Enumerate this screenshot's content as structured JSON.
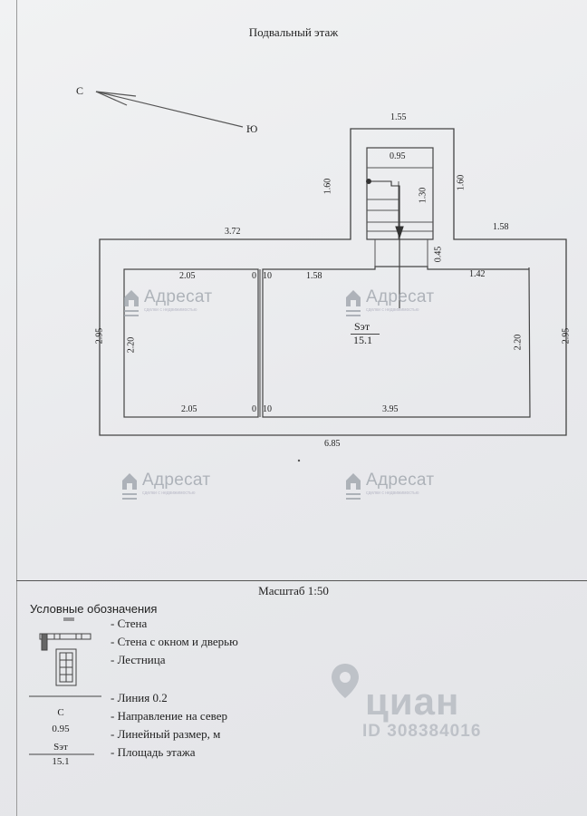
{
  "plan": {
    "title": "Подвальный этаж",
    "compass": {
      "north": "С",
      "south": "Ю"
    },
    "dimensions": {
      "stair_top": "1.55",
      "stair_inner_top": "0.95",
      "stair_left": "1.60",
      "stair_right": "1.60",
      "stair_inner": "1.30",
      "stair_gap": "0.45",
      "outer_top_left": "3.72",
      "outer_top_right": "1.58",
      "room1_top": "2.05",
      "room1_bottom": "2.05",
      "room1_height": "2.20",
      "partition_top_a": "0",
      "partition_top_b": "10",
      "partition_bottom_a": "0",
      "partition_bottom_b": "10",
      "room2_top_left": "1.58",
      "room2_top_right": "1.42",
      "room2_bottom": "3.95",
      "room2_height": "2.20",
      "outer_left": "2.95",
      "outer_right": "2.95",
      "outer_bottom": "6.85"
    },
    "area": {
      "label": "Sэт",
      "value": "15.1"
    }
  },
  "watermark": {
    "brand": "Адресат",
    "tagline": "сделки с недвижимостью"
  },
  "scale": "Масштаб 1:50",
  "legend": {
    "title": "Условные обозначения",
    "items": [
      {
        "text": "- Стена"
      },
      {
        "text": "- Стена с окном и дверью"
      },
      {
        "text": "- Лестница"
      },
      {
        "text": "- Линия 0.2"
      },
      {
        "text": "- Направление на север"
      },
      {
        "text": "- Линейный размер, м"
      },
      {
        "text": "- Площадь этажа"
      }
    ],
    "north_symbol": "С",
    "size_symbol": "0.95",
    "area_symbol_top": "Sэт",
    "area_symbol_bottom": "15.1"
  },
  "cian": {
    "word": "циан",
    "id": "ID 308384016"
  }
}
